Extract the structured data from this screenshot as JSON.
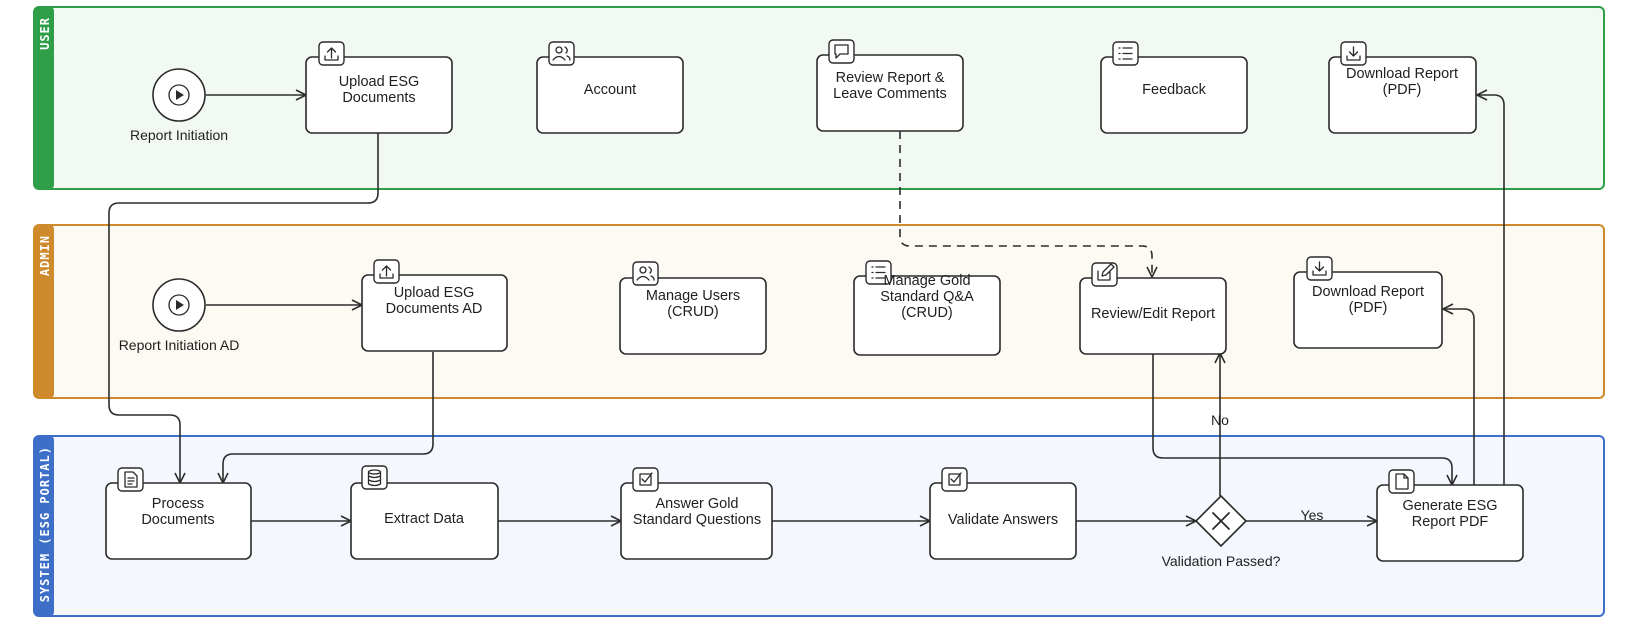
{
  "lanes": [
    {
      "id": "user",
      "title": "USER",
      "color": "#2e9e48",
      "bg": "#f2f8f2"
    },
    {
      "id": "admin",
      "title": "ADMIN",
      "color": "#cf8a2c",
      "bg": "#fdf9f3"
    },
    {
      "id": "system",
      "title": "SYSTEM (ESG PORTAL)",
      "color": "#3d6fc9",
      "bg": "#f4f7fd"
    }
  ],
  "nodes": {
    "user_start": {
      "label": "Report Initiation",
      "icon": "play-icon"
    },
    "user_upload": {
      "label": "Upload ESG\nDocuments",
      "icon": "upload-icon"
    },
    "user_account": {
      "label": "Account",
      "icon": "users-icon"
    },
    "user_review": {
      "label": "Review Report &\nLeave Comments",
      "icon": "comment-icon"
    },
    "user_feedback": {
      "label": "Feedback",
      "icon": "list-icon"
    },
    "user_download": {
      "label": "Download Report\n(PDF)",
      "icon": "download-icon"
    },
    "admin_start": {
      "label": "Report Initiation AD",
      "icon": "play-icon"
    },
    "admin_upload": {
      "label": "Upload ESG\nDocuments AD",
      "icon": "upload-icon"
    },
    "admin_users": {
      "label": "Manage Users\n(CRUD)",
      "icon": "users-icon"
    },
    "admin_gold": {
      "label": "Manage Gold\nStandard Q&A\n(CRUD)",
      "icon": "list-icon"
    },
    "admin_review": {
      "label": "Review/Edit Report",
      "icon": "edit-icon"
    },
    "admin_download": {
      "label": "Download Report\n(PDF)",
      "icon": "download-icon"
    },
    "sys_process": {
      "label": "Process\nDocuments",
      "icon": "document-icon"
    },
    "sys_extract": {
      "label": "Extract Data",
      "icon": "database-icon"
    },
    "sys_answer": {
      "label": "Answer Gold\nStandard Questions",
      "icon": "checkbox-icon"
    },
    "sys_validate": {
      "label": "Validate Answers",
      "icon": "checkbox-icon"
    },
    "sys_gateway": {
      "label": "Validation Passed?",
      "icon": "x-icon"
    },
    "sys_generate": {
      "label": "Generate ESG\nReport PDF",
      "icon": "file-icon"
    }
  },
  "edges": [
    {
      "from": "user_start",
      "to": "user_upload",
      "label": ""
    },
    {
      "from": "user_upload",
      "to": "sys_process",
      "label": ""
    },
    {
      "from": "user_review",
      "to": "admin_review",
      "label": "",
      "dashed": true
    },
    {
      "from": "admin_start",
      "to": "admin_upload",
      "label": ""
    },
    {
      "from": "admin_upload",
      "to": "sys_process",
      "label": ""
    },
    {
      "from": "admin_review",
      "to": "sys_generate",
      "label": ""
    },
    {
      "from": "sys_process",
      "to": "sys_extract",
      "label": ""
    },
    {
      "from": "sys_extract",
      "to": "sys_answer",
      "label": ""
    },
    {
      "from": "sys_answer",
      "to": "sys_validate",
      "label": ""
    },
    {
      "from": "sys_validate",
      "to": "sys_gateway",
      "label": ""
    },
    {
      "from": "sys_gateway",
      "to": "sys_generate",
      "label": "Yes"
    },
    {
      "from": "sys_gateway",
      "to": "admin_review",
      "label": "No"
    },
    {
      "from": "sys_generate",
      "to": "admin_download",
      "label": ""
    },
    {
      "from": "sys_generate",
      "to": "user_download",
      "label": ""
    }
  ]
}
